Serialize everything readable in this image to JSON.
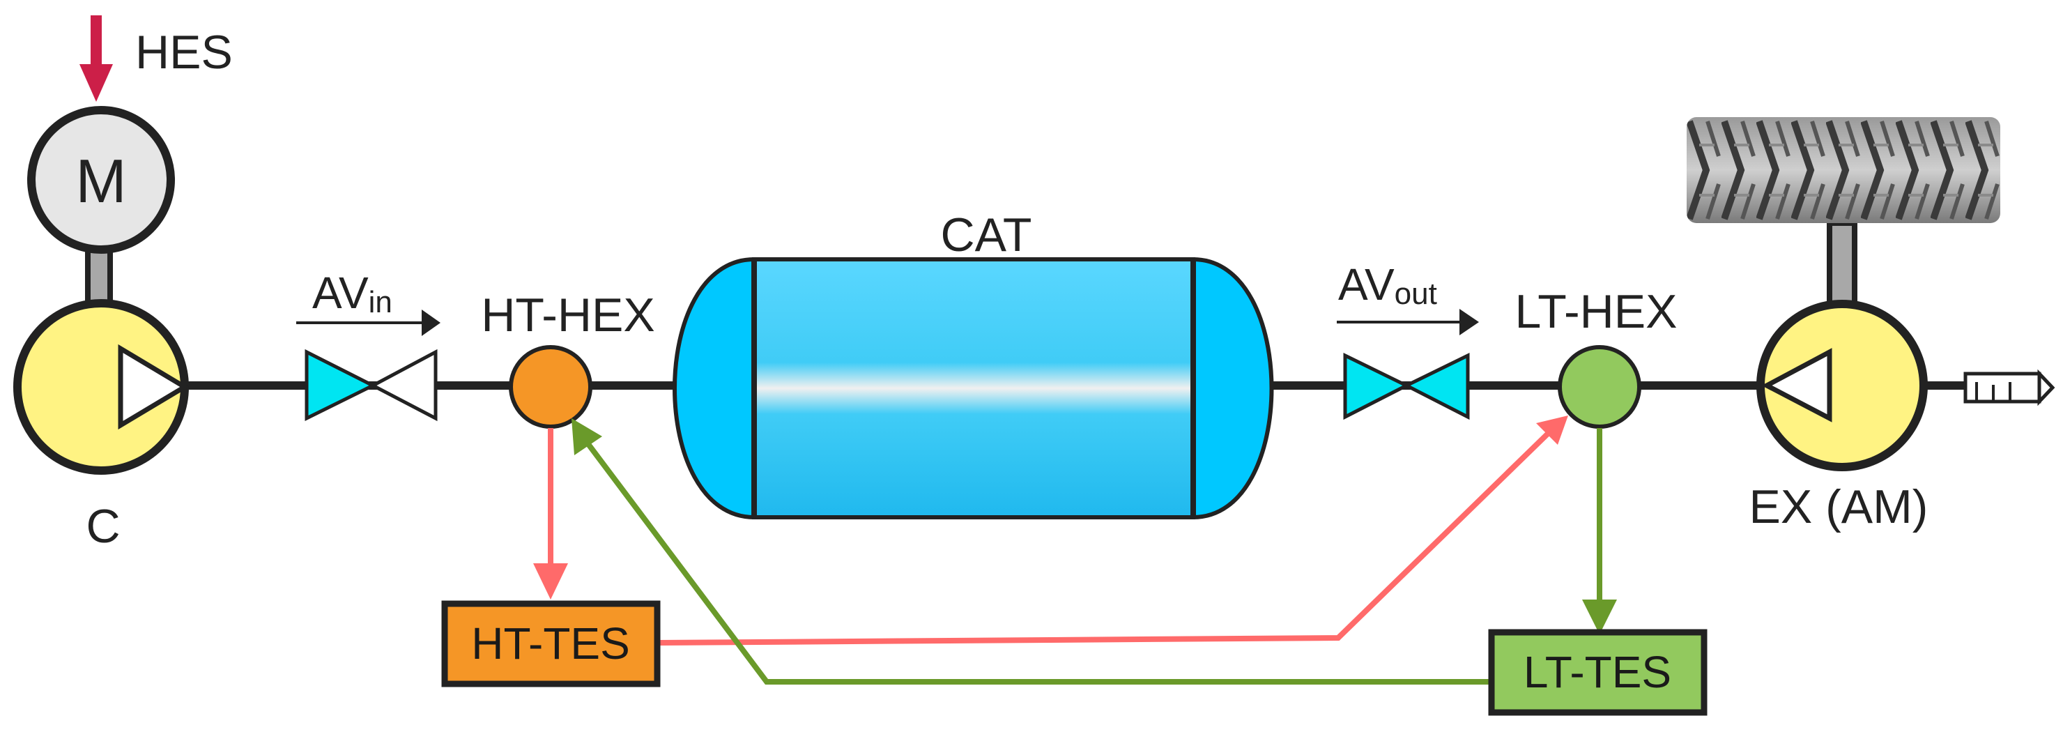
{
  "labels": {
    "hes": "HES",
    "motor": "M",
    "compressor": "C",
    "av_in_main": "AV",
    "av_in_sub": "in",
    "ht_hex": "HT-HEX",
    "cat": "CAT",
    "av_out_main": "AV",
    "av_out_sub": "out",
    "lt_hex": "LT-HEX",
    "expander": "EX (AM)",
    "ht_tes": "HT-TES",
    "lt_tes": "LT-TES"
  },
  "colors": {
    "line": "#222222",
    "hes_arrow": "#cc1f48",
    "compressor_fill": "#fff383",
    "motor_fill": "#e6e6e6",
    "valve_fill": "#00e5f2",
    "ht_color": "#f59626",
    "lt_color": "#92c95e",
    "hot_stream": "#ff6a6a",
    "cold_stream": "#6a9a2a",
    "tank_end": "#00c8ff",
    "tank_body": "#4fd2ff",
    "tank_highlight": "#f2f2f2",
    "shaft": "#a8a8a8"
  },
  "icons": {
    "wheel": "tire-tread-icon",
    "exhaust": "exhaust-muffler-icon"
  }
}
